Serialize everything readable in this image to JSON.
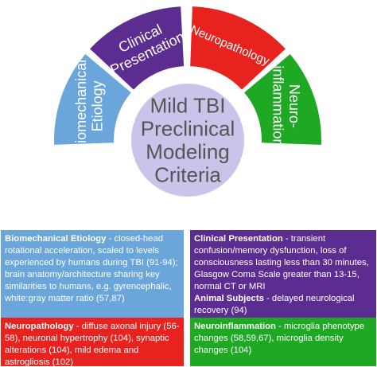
{
  "center": {
    "lines": [
      "Mild TBI",
      "Preclinical",
      "Modeling",
      "Criteria"
    ]
  },
  "segments": [
    {
      "key": "biomechanical",
      "lines": [
        "Biomechanical",
        "Etiology"
      ],
      "color": "#6aa6d9"
    },
    {
      "key": "clinical",
      "lines": [
        "Clinical",
        "Presentation"
      ],
      "color": "#5c2d91"
    },
    {
      "key": "neuropathology",
      "lines": [
        "Neuropathology"
      ],
      "color": "#e8231f"
    },
    {
      "key": "neuroinflammation",
      "lines": [
        "Neuro-",
        "inflammation"
      ],
      "color": "#1fa824"
    }
  ],
  "center_color": "#c9c4ea",
  "boxes": {
    "biomechanical": {
      "color": "#6aa6d9",
      "heading": "Biomechanical Etiology",
      "text": " - closed-head rotational acceleration, scaled to levels experienced by humans during TBI (91-94); brain anatomy/architecture sharing key similarities to humans, e.g. gyrencephalic, white:gray matter ratio (57,87)"
    },
    "clinical": {
      "color": "#5c2d91",
      "heading": "Clinical Presentation",
      "text": " - transient confusion/memory dysfunction, loss of consciousness lasting less than 30 minutes, Glasgow Coma Scale greater than 13-15, normal CT or MRI",
      "heading2": "Animal Subjects",
      "text2": " - delayed neurological recovery (94)"
    },
    "neuropathology": {
      "color": "#e8231f",
      "heading": "Neuropathology",
      "text": " - diffuse axonal injury (56-58), neuronal hypertrophy (104), synaptic alterations (104), mild edema and astrogliosis (102)"
    },
    "neuroinflammation": {
      "color": "#1fa824",
      "heading": "Neuroinflammation",
      "text": " - microglia phenotype changes (58,59,67), microglia density changes (104)"
    }
  }
}
